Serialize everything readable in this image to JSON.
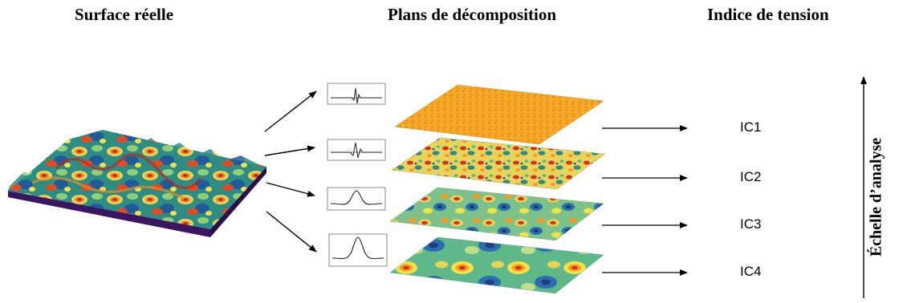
{
  "titles": {
    "surface": "Surface réelle",
    "planes": "Plans de décomposition",
    "index": "Indice de tension"
  },
  "indices": [
    "IC1",
    "IC2",
    "IC3",
    "IC4"
  ],
  "axis_label": "Échelle d’analyse",
  "colors": {
    "high": "#d7301f",
    "mid_high": "#f59a23",
    "mid": "#f2e24a",
    "mid_low": "#5fb88a",
    "low": "#1f5a9a",
    "deep": "#3a1560",
    "ink": "#000000"
  },
  "filters": [
    "fine-wavelet",
    "fine-wavelet-2",
    "medium-wavelet",
    "coarse-wavelet"
  ]
}
